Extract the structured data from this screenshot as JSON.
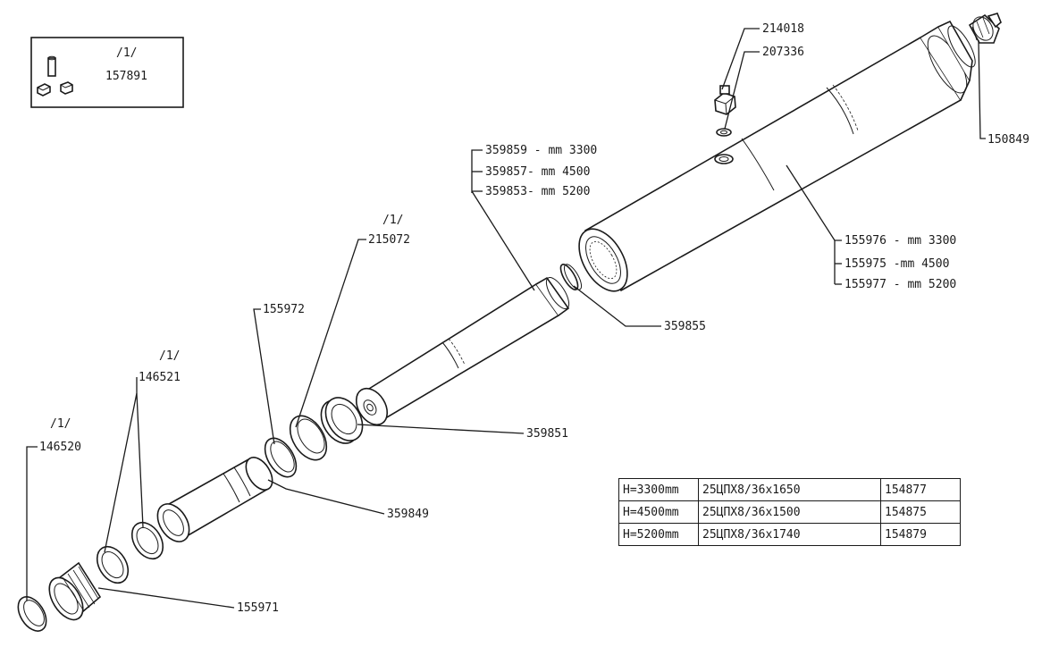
{
  "inset": {
    "ref": "/1/",
    "part": "157891"
  },
  "callouts": {
    "p214018": "214018",
    "p207336": "207336",
    "p150849": "150849",
    "p359859": "359859 - mm 3300",
    "p359857": "359857- mm 4500",
    "p359853": "359853- mm 5200",
    "p155976": "155976 - mm 3300",
    "p155975": "155975 -mm 4500",
    "p155977": "155977 - mm 5200",
    "ref215072": "/1/",
    "p215072": "215072",
    "p359855": "359855",
    "p155972": "155972",
    "ref146521": "/1/",
    "p146521": "146521",
    "p359851": "359851",
    "ref146520": "/1/",
    "p146520": "146520",
    "p359849": "359849",
    "p155971": "155971"
  },
  "table": {
    "rows": [
      {
        "h": "H=3300mm",
        "spec": "25ЦПХ8/36x1650",
        "part": "154877"
      },
      {
        "h": "H=4500mm",
        "spec": "25ЦПХ8/36x1500",
        "part": "154875"
      },
      {
        "h": "H=5200mm",
        "spec": "25ЦПХ8/36x1740",
        "part": "154879"
      }
    ]
  }
}
